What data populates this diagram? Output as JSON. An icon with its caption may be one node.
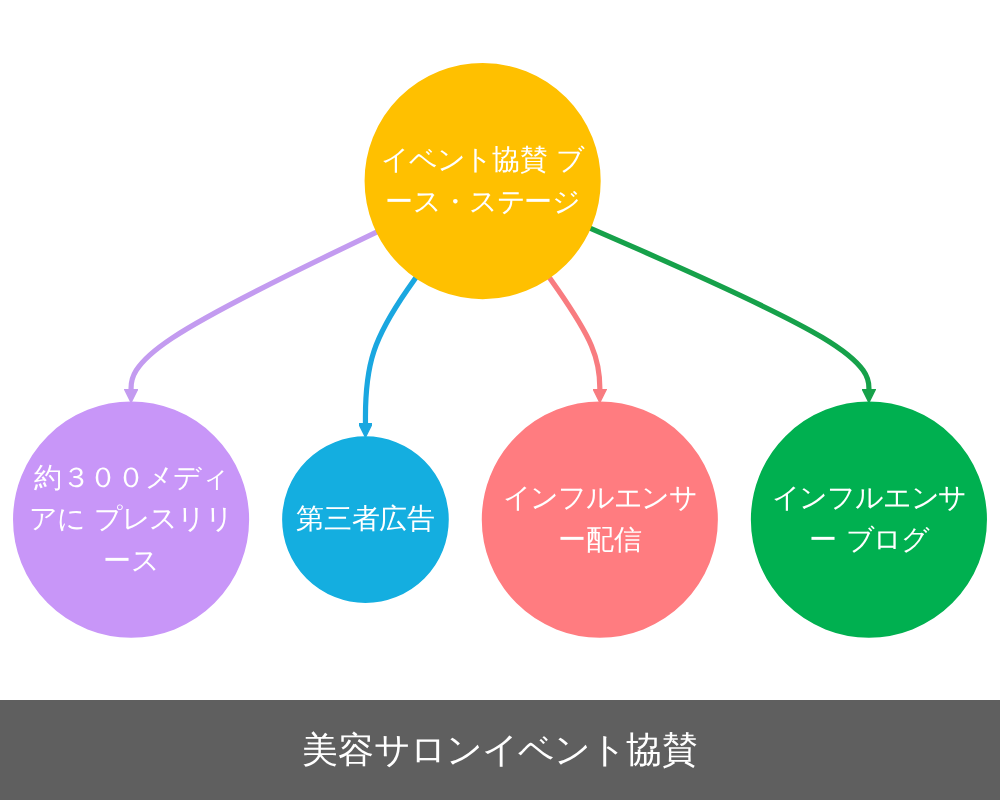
{
  "diagram": {
    "caption": "美容サロンイベント協賛",
    "nodes": [
      {
        "text": [
          "イベント協賛 ブース・ステージ"
        ]
      },
      {
        "text": [
          "約３００メディアに プレスリリース"
        ]
      },
      {
        "text": [
          "第三者広告"
        ]
      },
      {
        "text": [
          "インフルエンサー配信"
        ]
      },
      {
        "text": [
          "インフルエンサー ブログ"
        ]
      }
    ],
    "edges": [
      {
        "from": 0,
        "to": 1,
        "arrow": "to",
        "color": "#c39bf0"
      },
      {
        "from": 0,
        "to": 2,
        "arrow": "to",
        "color": "#1aa7e0"
      },
      {
        "from": 0,
        "to": 3,
        "arrow": "to",
        "color": "#f87c80"
      },
      {
        "from": 0,
        "to": 4,
        "arrow": "to",
        "color": "#16a14a"
      }
    ]
  }
}
